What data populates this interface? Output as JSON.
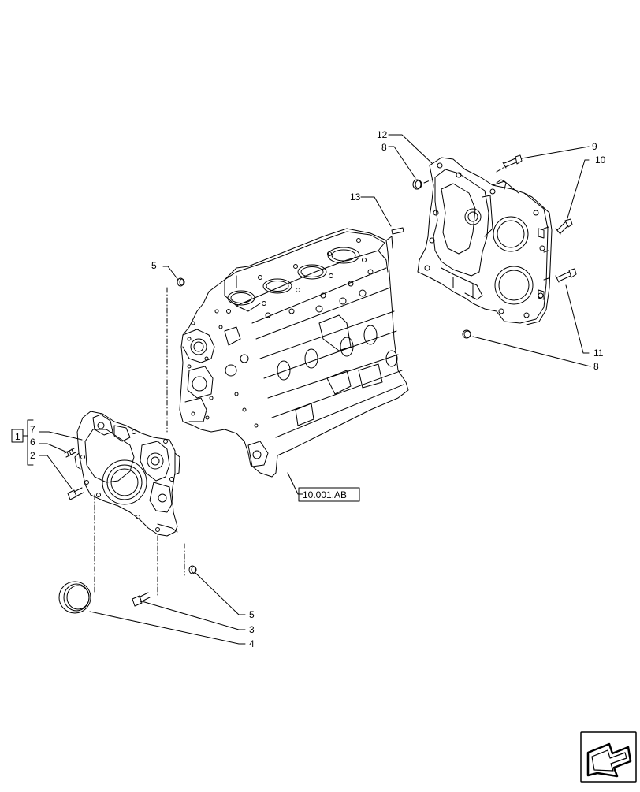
{
  "callouts": {
    "c12": "12",
    "c8_top": "8",
    "c9": "9",
    "c10": "10",
    "c13": "13",
    "c11": "11",
    "c8_bottom": "8",
    "c5_top": "5",
    "c7": "7",
    "c6": "6",
    "c2": "2",
    "c1": "1",
    "c5_bottom": "5",
    "c3": "3",
    "c4": "4"
  },
  "reference": {
    "block_ref": "10.001.AB"
  },
  "icons": {
    "nav": "next-page-arrow-icon"
  },
  "colors": {
    "line": "#000000",
    "background": "#ffffff"
  }
}
